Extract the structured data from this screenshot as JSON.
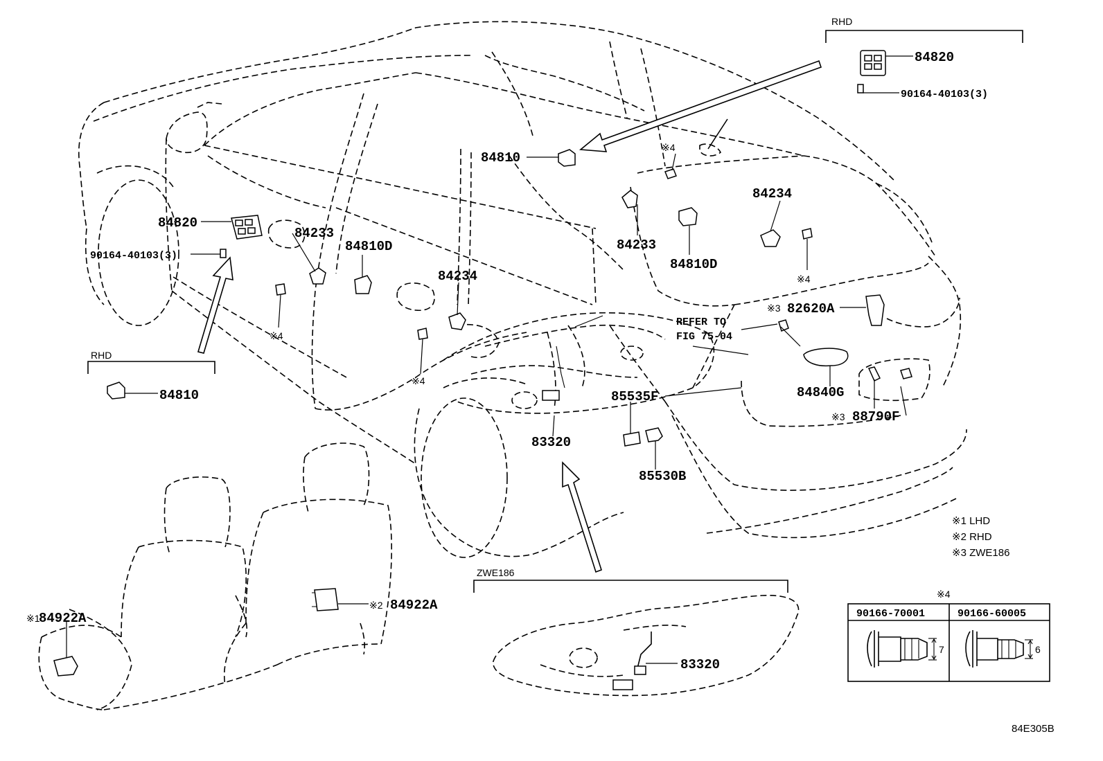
{
  "parts": {
    "p84820_top": "84820",
    "p90164_top": "90164-40103(3)",
    "p84810_a": "84810",
    "p84234_a": "84234",
    "p84233_a": "84233",
    "p84810d_a": "84810D",
    "p84820_left": "84820",
    "p90164_left": "90164-40103(3)",
    "p84233_b": "84233",
    "p84810d_b": "84810D",
    "p84234_b": "84234",
    "p82620a": "82620A",
    "p84840g": "84840G",
    "p88790f": "88790F",
    "p85535f": "85535F",
    "p85530b": "85530B",
    "p83320_a": "83320",
    "p83320_b": "83320",
    "p84810_left": "84810",
    "p84922a_a": "84922A",
    "p84922a_b": "84922A"
  },
  "markers": {
    "m4_a": "※4",
    "m4_b": "※4",
    "m4_c": "※4",
    "m4_d": "※4",
    "m3_a": "※3",
    "m3_b": "※3",
    "m1": "※1",
    "m2": "※2"
  },
  "refer": {
    "line1": "REFER TO",
    "line2": "FIG 75-04"
  },
  "groups": {
    "rhd_top": "RHD",
    "rhd_left": "RHD",
    "zwe186": "ZWE186"
  },
  "legend": {
    "items": [
      "※1 LHD",
      "※2 RHD",
      "※3 ZWE186"
    ]
  },
  "bolt_table": {
    "title": "※4",
    "columns": [
      "90166-70001",
      "90166-60005"
    ],
    "dims": [
      "7",
      "6"
    ]
  },
  "figure_id": "84E305B"
}
